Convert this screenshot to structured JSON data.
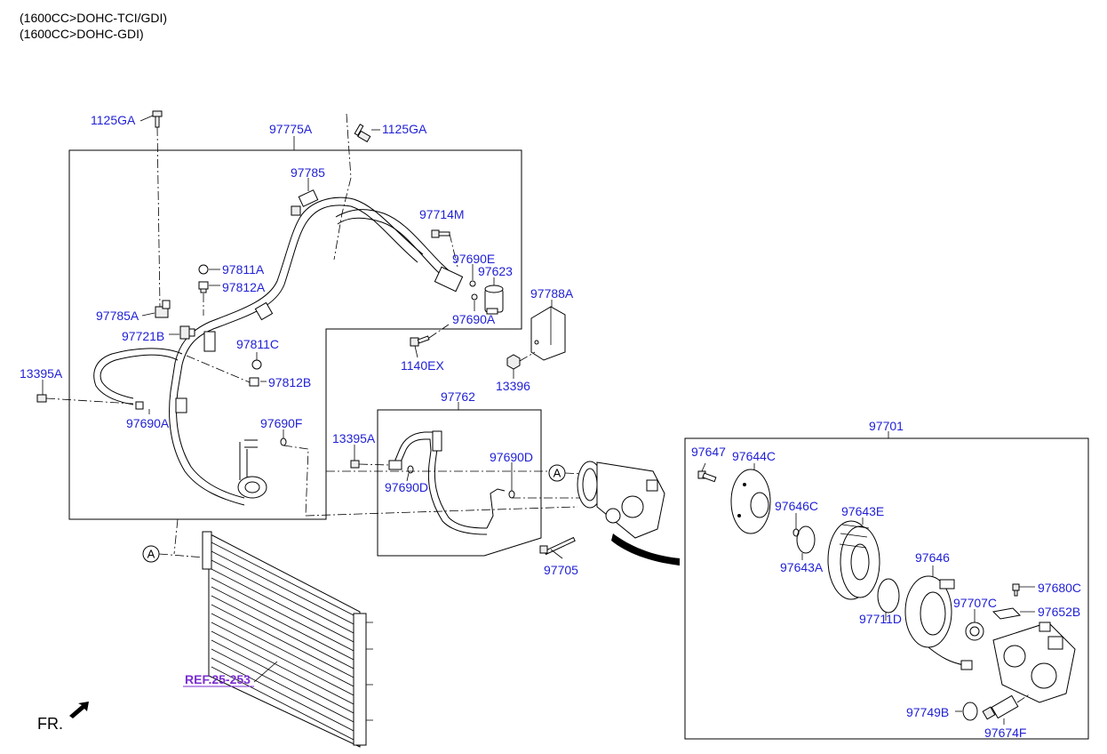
{
  "header": {
    "line1": "(1600CC>DOHC-TCI/GDI)",
    "line2": "(1600CC>DOHC-GDI)"
  },
  "labels": {
    "p1125ga_left": "1125GA",
    "p1125ga_right": "1125GA",
    "p97775a": "97775A",
    "p97785": "97785",
    "p97714m": "97714M",
    "p97811a": "97811A",
    "p97812a": "97812A",
    "p97690e": "97690E",
    "p97623": "97623",
    "p97788a": "97788A",
    "p97785a": "97785A",
    "p97721b": "97721B",
    "p97690a_top": "97690A",
    "p97811c": "97811C",
    "p1140ex": "1140EX",
    "p13396": "13396",
    "p13395a_left": "13395A",
    "p97812b": "97812B",
    "p97762": "97762",
    "p97690a_bottom": "97690A",
    "p97690f": "97690F",
    "p13395a_mid": "13395A",
    "p97690d_right": "97690D",
    "p97690d_left": "97690D",
    "p97705": "97705",
    "p97701": "97701",
    "p97647": "97647",
    "p97644c": "97644C",
    "p97646c": "97646C",
    "p97643e": "97643E",
    "p97643a": "97643A",
    "p97646": "97646",
    "p97711d": "97711D",
    "p97707c": "97707C",
    "p97680c": "97680C",
    "p97652b": "97652B",
    "p97749b": "97749B",
    "p97674f": "97674F",
    "ref": "REF.25-253",
    "fr": "FR.",
    "circle_a": "A"
  },
  "colors": {
    "part_number": "#1f1fd6",
    "reference": "#7a2fd1",
    "line": "#000000"
  }
}
